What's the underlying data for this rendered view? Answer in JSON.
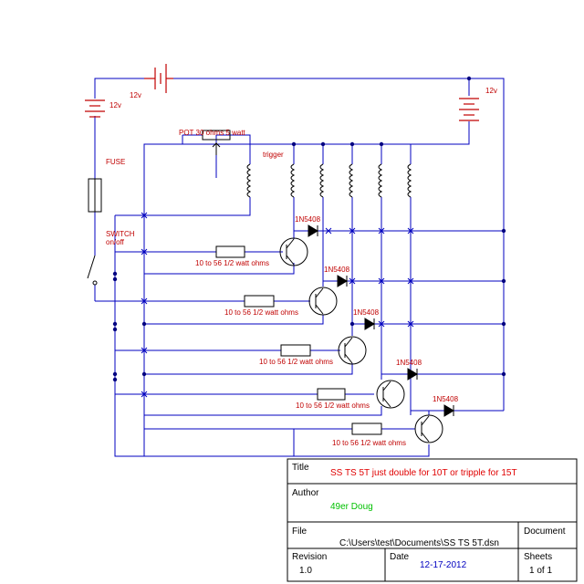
{
  "colors": {
    "wire": "#0000c0",
    "component": "#c00000",
    "junction": "#000080",
    "border": "#000000"
  },
  "labels": {
    "battery1": "12v",
    "battery1_b": "12v",
    "battery2": "12v",
    "pot": "POT 30 ohms 5 watt",
    "fuse": "FUSE",
    "switch_line1": "SWITCH",
    "switch_line2": "on/off",
    "trigger": "trigger",
    "diode": "1N5408",
    "resistor": "10 to 56 1/2 watt ohms"
  },
  "title_block": {
    "title_label": "Title",
    "title_value": "SS TS 5T just double for 10T  or tripple for 15T",
    "author_label": "Author",
    "author_value": "49er  Doug",
    "file_label": "File",
    "file_value": "C:\\Users\\test\\Documents\\SS TS 5T.dsn",
    "document_label": "Document",
    "revision_label": "Revision",
    "revision_value": "1.0",
    "date_label": "Date",
    "date_value": "12-17-2012",
    "sheets_label": "Sheets",
    "sheets_value": "1 of 1"
  }
}
